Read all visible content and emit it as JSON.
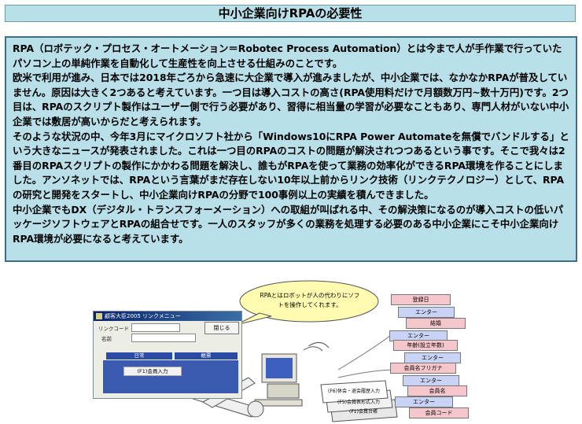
{
  "header": {
    "title": "中小企業向けRPAの必要性"
  },
  "body": {
    "paragraphs": [
      "RPA（ロボテック・プロセス・オートメーション＝Robotec Process Automation）とは今まで人が手作業で行っていたパソコン上の単純作業を自動化して生産性を向上させる仕組みのことです。",
      "欧米で利用が進み、日本では2018年ごろから急速に大企業で導入が進みましたが、中小企業では、なかなかRPAが普及していません。原因は大きく2つあると考えています。一つ目は導入コストの高さ(RPA使用料だけで月額数万円~数十万円)です。2つ目は、RPAのスクリプト製作はユーザー側で行う必要があり、習得に相当量の学習が必要なこともあり、専門人材がいない中小企業では敷居が高いからだと考えられます。",
      "そのような状況の中、今年3月にマイクロソフト社から「Windows10にRPA Power Automateを無償でバンドルする」という大きなニュースが発表されました。これは一つ目のRPAのコストの問題が解決されつつあるという事です。そこで我々は2番目のRPAスクリプトの製作にかかわる問題を解決し、誰もがRPAを使って業務の効率化ができるRPA環境を作ることにしました。アンソネットでは、RPAという言葉がまだ存在しない10年以上前からリンク技術（リンクテクノロジー）として、RPAの研究と開発をスタートし、中小企業向けRPAの分野で100事例以上の実績を積んできました。",
      "中小企業でもDX（デジタル・トランスフォーメーション）への取組が叫ばれる中、その解決策になるのが導入コストの低いパッケージソフトウェアとRPAの組合せです。一人のスタッフが多くの業務を処理する必要のある中小企業にこそ中小企業向けRPA環境が必要になると考えています。"
    ]
  },
  "illustration": {
    "speech_bubble": "RPAとはロボットが人の代わりにソフトを操作してくれます。",
    "window": {
      "title": "顧客大臣2005 リンクメニュー",
      "field_code": "リンクコード",
      "field_name": "名前",
      "close_button": "閉じる",
      "tabs": [
        "日常",
        "帳票"
      ],
      "list_item": "(F1)会員入力"
    },
    "docs": [
      "(F1)会員台帳",
      "(F5)会員表形式入力",
      "(F6)休会・退会履歴入力"
    ],
    "cards": [
      "登録日",
      "エンター",
      "結婚",
      "エンター",
      "年齢(設立年数)",
      "エンター",
      "会員名フリガナ",
      "エンター",
      "会員名",
      "エンター",
      "会員コード"
    ],
    "colors": {
      "pink": "#f6c6cd",
      "blue": "#c9d3f5",
      "bubble": "#fffbb0"
    }
  }
}
